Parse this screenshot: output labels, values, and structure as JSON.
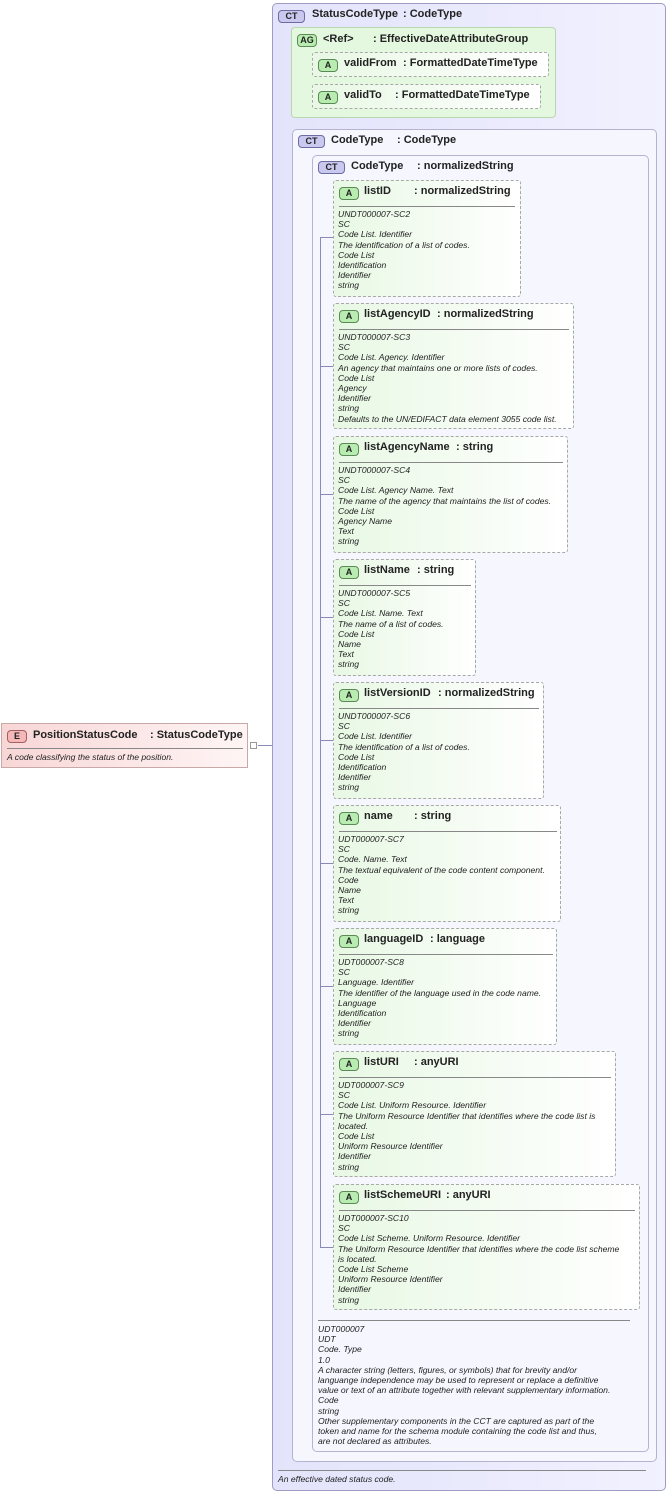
{
  "element": {
    "badge": "E",
    "name": "PositionStatusCode",
    "type": ": StatusCodeType",
    "doc": "A code classifying the status of the position."
  },
  "outer": {
    "badge": "CT",
    "name": "StatusCodeType",
    "type": ": CodeType",
    "doc": "An effective dated status code."
  },
  "group": {
    "badge": "AG",
    "ref": "<Ref>",
    "type": ": EffectiveDateAttributeGroup",
    "attrs": [
      {
        "badge": "A",
        "name": "validFrom",
        "type": ": FormattedDateTimeType"
      },
      {
        "badge": "A",
        "name": "validTo",
        "type": ": FormattedDateTimeType"
      }
    ]
  },
  "codetype": {
    "badge": "CT",
    "name": "CodeType",
    "type": ": CodeType"
  },
  "normalized": {
    "badge": "CT",
    "name": "CodeType",
    "type": ": normalizedString",
    "doc": [
      "UDT000007",
      "UDT",
      "Code. Type",
      "1.0",
      "A character string (letters, figures, or symbols) that for brevity and/or",
      "languange independence may be used to represent or replace a definitive",
      "value or text of an attribute together with relevant supplementary information.",
      "Code",
      "string",
      "Other supplementary components in the CCT are captured as part of the",
      "token and name for the schema module containing the code list and thus,",
      "are not declared as attributes."
    ]
  },
  "attributes": [
    {
      "badge": "A",
      "name": "listID",
      "type": ": normalizedString",
      "lines": [
        "UNDT000007-SC2",
        "SC",
        "Code List. Identifier",
        "The identification of a list of codes.",
        "Code List",
        "Identification",
        "Identifier",
        "string"
      ]
    },
    {
      "badge": "A",
      "name": "listAgencyID",
      "type": ": normalizedString",
      "lines": [
        "UNDT000007-SC3",
        "SC",
        "Code List. Agency. Identifier",
        "An agency that maintains one or more lists of codes.",
        "Code List",
        "Agency",
        "Identifier",
        "string",
        "Defaults to the UN/EDIFACT data element 3055 code list."
      ]
    },
    {
      "badge": "A",
      "name": "listAgencyName",
      "type": ": string",
      "lines": [
        "UNDT000007-SC4",
        "SC",
        "Code List. Agency Name. Text",
        "The name of the agency that maintains the list of codes.",
        "Code List",
        "Agency Name",
        "Text",
        "string"
      ]
    },
    {
      "badge": "A",
      "name": "listName",
      "type": ": string",
      "lines": [
        "UNDT000007-SC5",
        "SC",
        "Code List. Name. Text",
        "The name of a list of codes.",
        "Code List",
        "Name",
        "Text",
        "string"
      ]
    },
    {
      "badge": "A",
      "name": "listVersionID",
      "type": ": normalizedString",
      "lines": [
        "UNDT000007-SC6",
        "SC",
        "Code List. Identifier",
        "The identification of a list of codes.",
        "Code List",
        "Identification",
        "Identifier",
        "string"
      ]
    },
    {
      "badge": "A",
      "name": "name",
      "type": ": string",
      "lines": [
        "UDT000007-SC7",
        "SC",
        "Code. Name. Text",
        "The textual equivalent of the code content component.",
        "Code",
        "Name",
        "Text",
        "string"
      ]
    },
    {
      "badge": "A",
      "name": "languageID",
      "type": ": language",
      "lines": [
        "UDT000007-SC8",
        "SC",
        "Language. Identifier",
        "The identifier of the language used in the code name.",
        "Language",
        "Identification",
        "Identifier",
        "string"
      ]
    },
    {
      "badge": "A",
      "name": "listURI",
      "type": ": anyURI",
      "lines": [
        "UDT000007-SC9",
        "SC",
        "Code List. Uniform Resource. Identifier",
        "The Uniform Resource Identifier that identifies where the code list is",
        "located.",
        "Code List",
        "Uniform Resource Identifier",
        "Identifier",
        "string"
      ]
    },
    {
      "badge": "A",
      "name": "listSchemeURI",
      "type": ": anyURI",
      "lines": [
        "UDT000007-SC10",
        "SC",
        "Code List Scheme. Uniform Resource. Identifier",
        "The Uniform Resource Identifier that identifies where the code list scheme",
        "is located.",
        "Code List Scheme",
        "Uniform Resource Identifier",
        "Identifier",
        "string"
      ]
    }
  ]
}
